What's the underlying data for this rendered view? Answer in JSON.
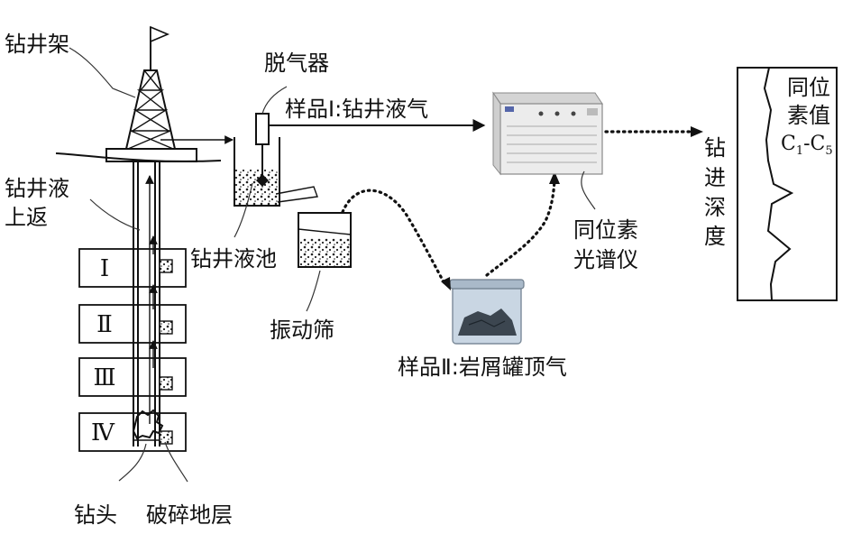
{
  "labels": {
    "derrick": "钻井架",
    "mud_return_1": "钻井液",
    "mud_return_2": "上返",
    "degasser": "脱气器",
    "sample1": "样品Ⅰ:钻井液气",
    "mud_pit": "钻井液池",
    "shaker": "振动筛",
    "sample2": "样品Ⅱ:岩屑罐顶气",
    "spectrometer_1": "同位素",
    "spectrometer_2": "光谱仪",
    "depth_1": "钻",
    "depth_2": "进",
    "depth_3": "深",
    "depth_4": "度",
    "isotope_1": "同位",
    "isotope_2": "素值",
    "isotope_c1": "C",
    "isotope_sub1": "1",
    "isotope_dash": "-C",
    "isotope_sub5": "5",
    "bit": "钻头",
    "formation": "破碎地层"
  },
  "layers": [
    "Ⅰ",
    "Ⅱ",
    "Ⅲ",
    "Ⅳ"
  ],
  "colors": {
    "line": "#111111",
    "cuttings": "#d9d9d9",
    "instrument": "#e9e9e9"
  }
}
